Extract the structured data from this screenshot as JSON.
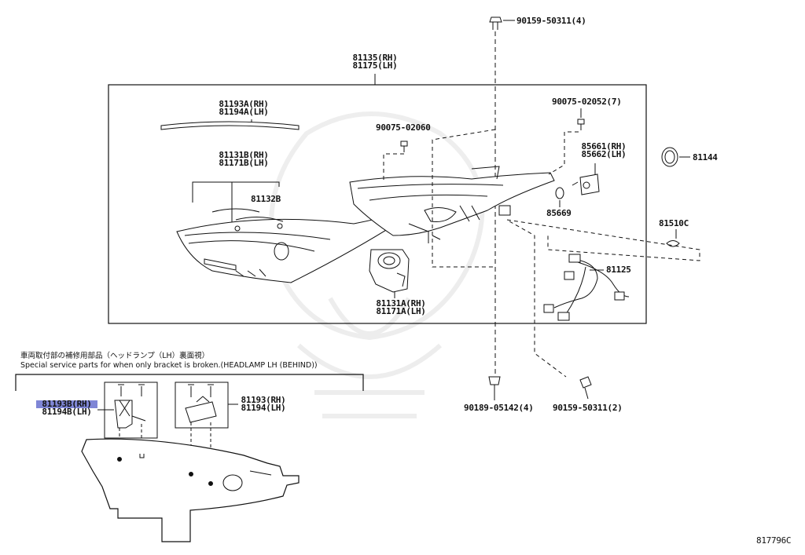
{
  "diagram_id": "817796C",
  "service_note": {
    "jp": "車両取付部の補修用部品（ヘッドランプ（LH）裏面視）",
    "en": "Special service parts for when only bracket is broken.(HEADLAMP LH (BEHIND))"
  },
  "parts": {
    "p90159_top": "90159-50311(4)",
    "assy_rh": "81135(RH)",
    "assy_lh": "81175(LH)",
    "moulding_rh": "81193A(RH)",
    "moulding_lh": "81194A(LH)",
    "p90075": "90075-02060",
    "p90075_7": "90075-02052(7)",
    "lens_rh": "81131B(RH)",
    "lens_lh": "81171B(LH)",
    "p81132b": "81132B",
    "socket_rh": "85661(RH)",
    "socket_lh": "85662(LH)",
    "p85669": "85669",
    "p81144": "81144",
    "p81510c": "81510C",
    "p81125": "81125",
    "unit_rh": "81131A(RH)",
    "unit_lh": "81171A(LH)",
    "bracket_b_rh": "81193B(RH)",
    "bracket_b_lh": "81194B(LH)",
    "bracket_rh": "81193(RH)",
    "bracket_lh": "81194(LH)",
    "p90189": "90189-05142(4)",
    "p90159_bottom": "90159-50311(2)"
  },
  "colors": {
    "highlight": "#7f86d6",
    "ink": "#111111"
  }
}
